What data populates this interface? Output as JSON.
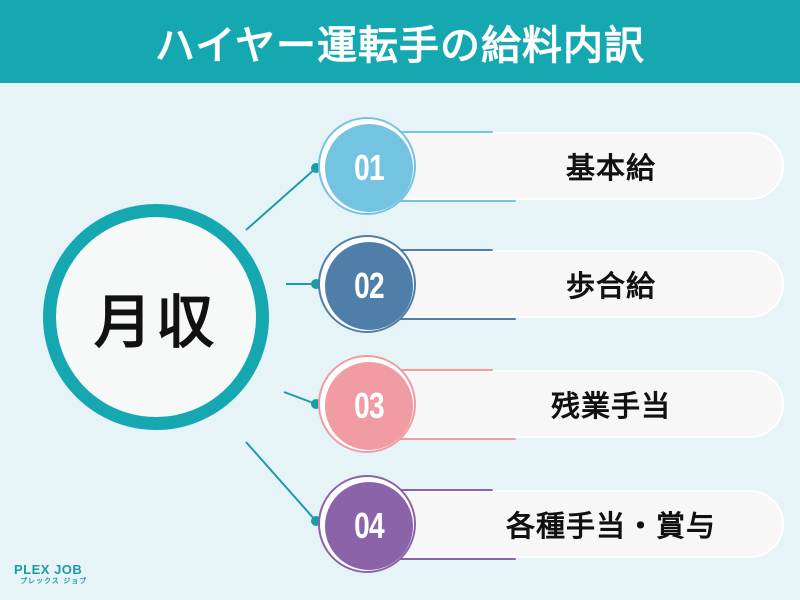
{
  "header": {
    "title": "ハイヤー運転手の給料内訳",
    "background": "#16a8b1"
  },
  "hub": {
    "label": "月収",
    "ring_color": "#16a8b1"
  },
  "items": [
    {
      "number": "01",
      "label": "基本給",
      "color": "#74c3e0"
    },
    {
      "number": "02",
      "label": "歩合給",
      "color": "#4f7fa8"
    },
    {
      "number": "03",
      "label": "残業手当",
      "color": "#f09ca2"
    },
    {
      "number": "04",
      "label": "各種手当・賞与",
      "color": "#8b63a8"
    }
  ],
  "connector_color": "#1a9da6",
  "logo": {
    "main": "PLEX JOB",
    "sub": "プレックス ジョブ"
  }
}
